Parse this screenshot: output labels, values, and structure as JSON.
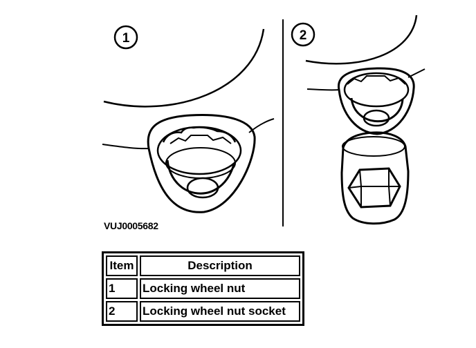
{
  "figure": {
    "callouts": [
      "1",
      "2"
    ],
    "drawing_ref": "VUJ0005682"
  },
  "table": {
    "headers": [
      "Item",
      "Description"
    ],
    "rows": [
      {
        "item": "1",
        "description": "Locking wheel nut"
      },
      {
        "item": "2",
        "description": "Locking wheel nut socket"
      }
    ]
  }
}
